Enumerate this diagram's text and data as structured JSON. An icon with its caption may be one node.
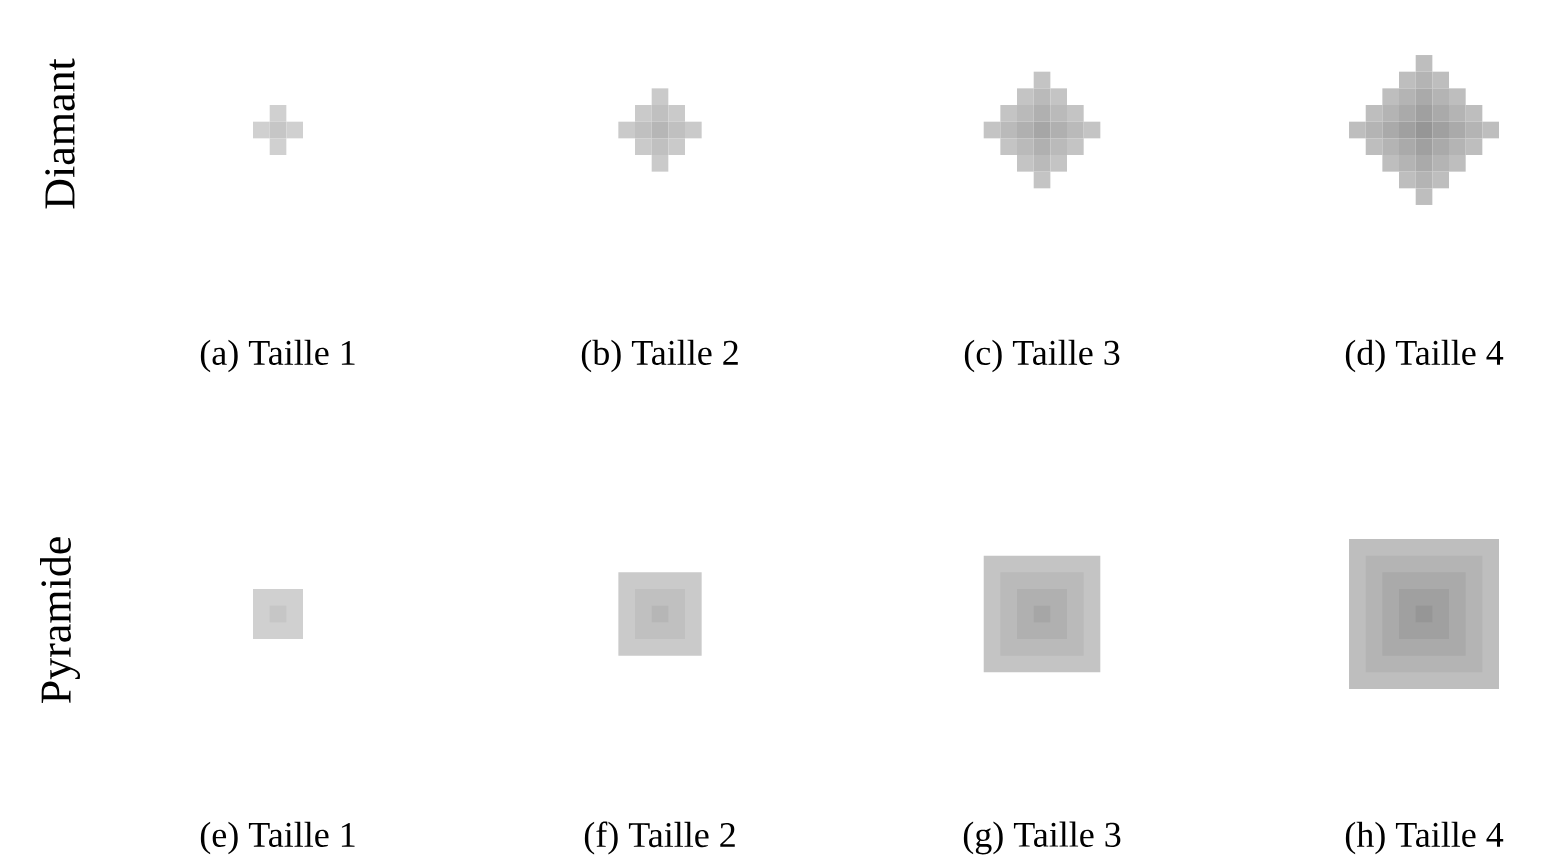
{
  "diagram": {
    "labels": [
      "Diamant",
      "(a) Taille 1",
      "(b) Taille 2",
      "(c) Taille 3",
      "(d) Taille 4",
      "Pyramide",
      "(e) Taille 1",
      "(f) Taille 2",
      "(g) Taille 3",
      "(h) Taille 4"
    ]
  }
}
